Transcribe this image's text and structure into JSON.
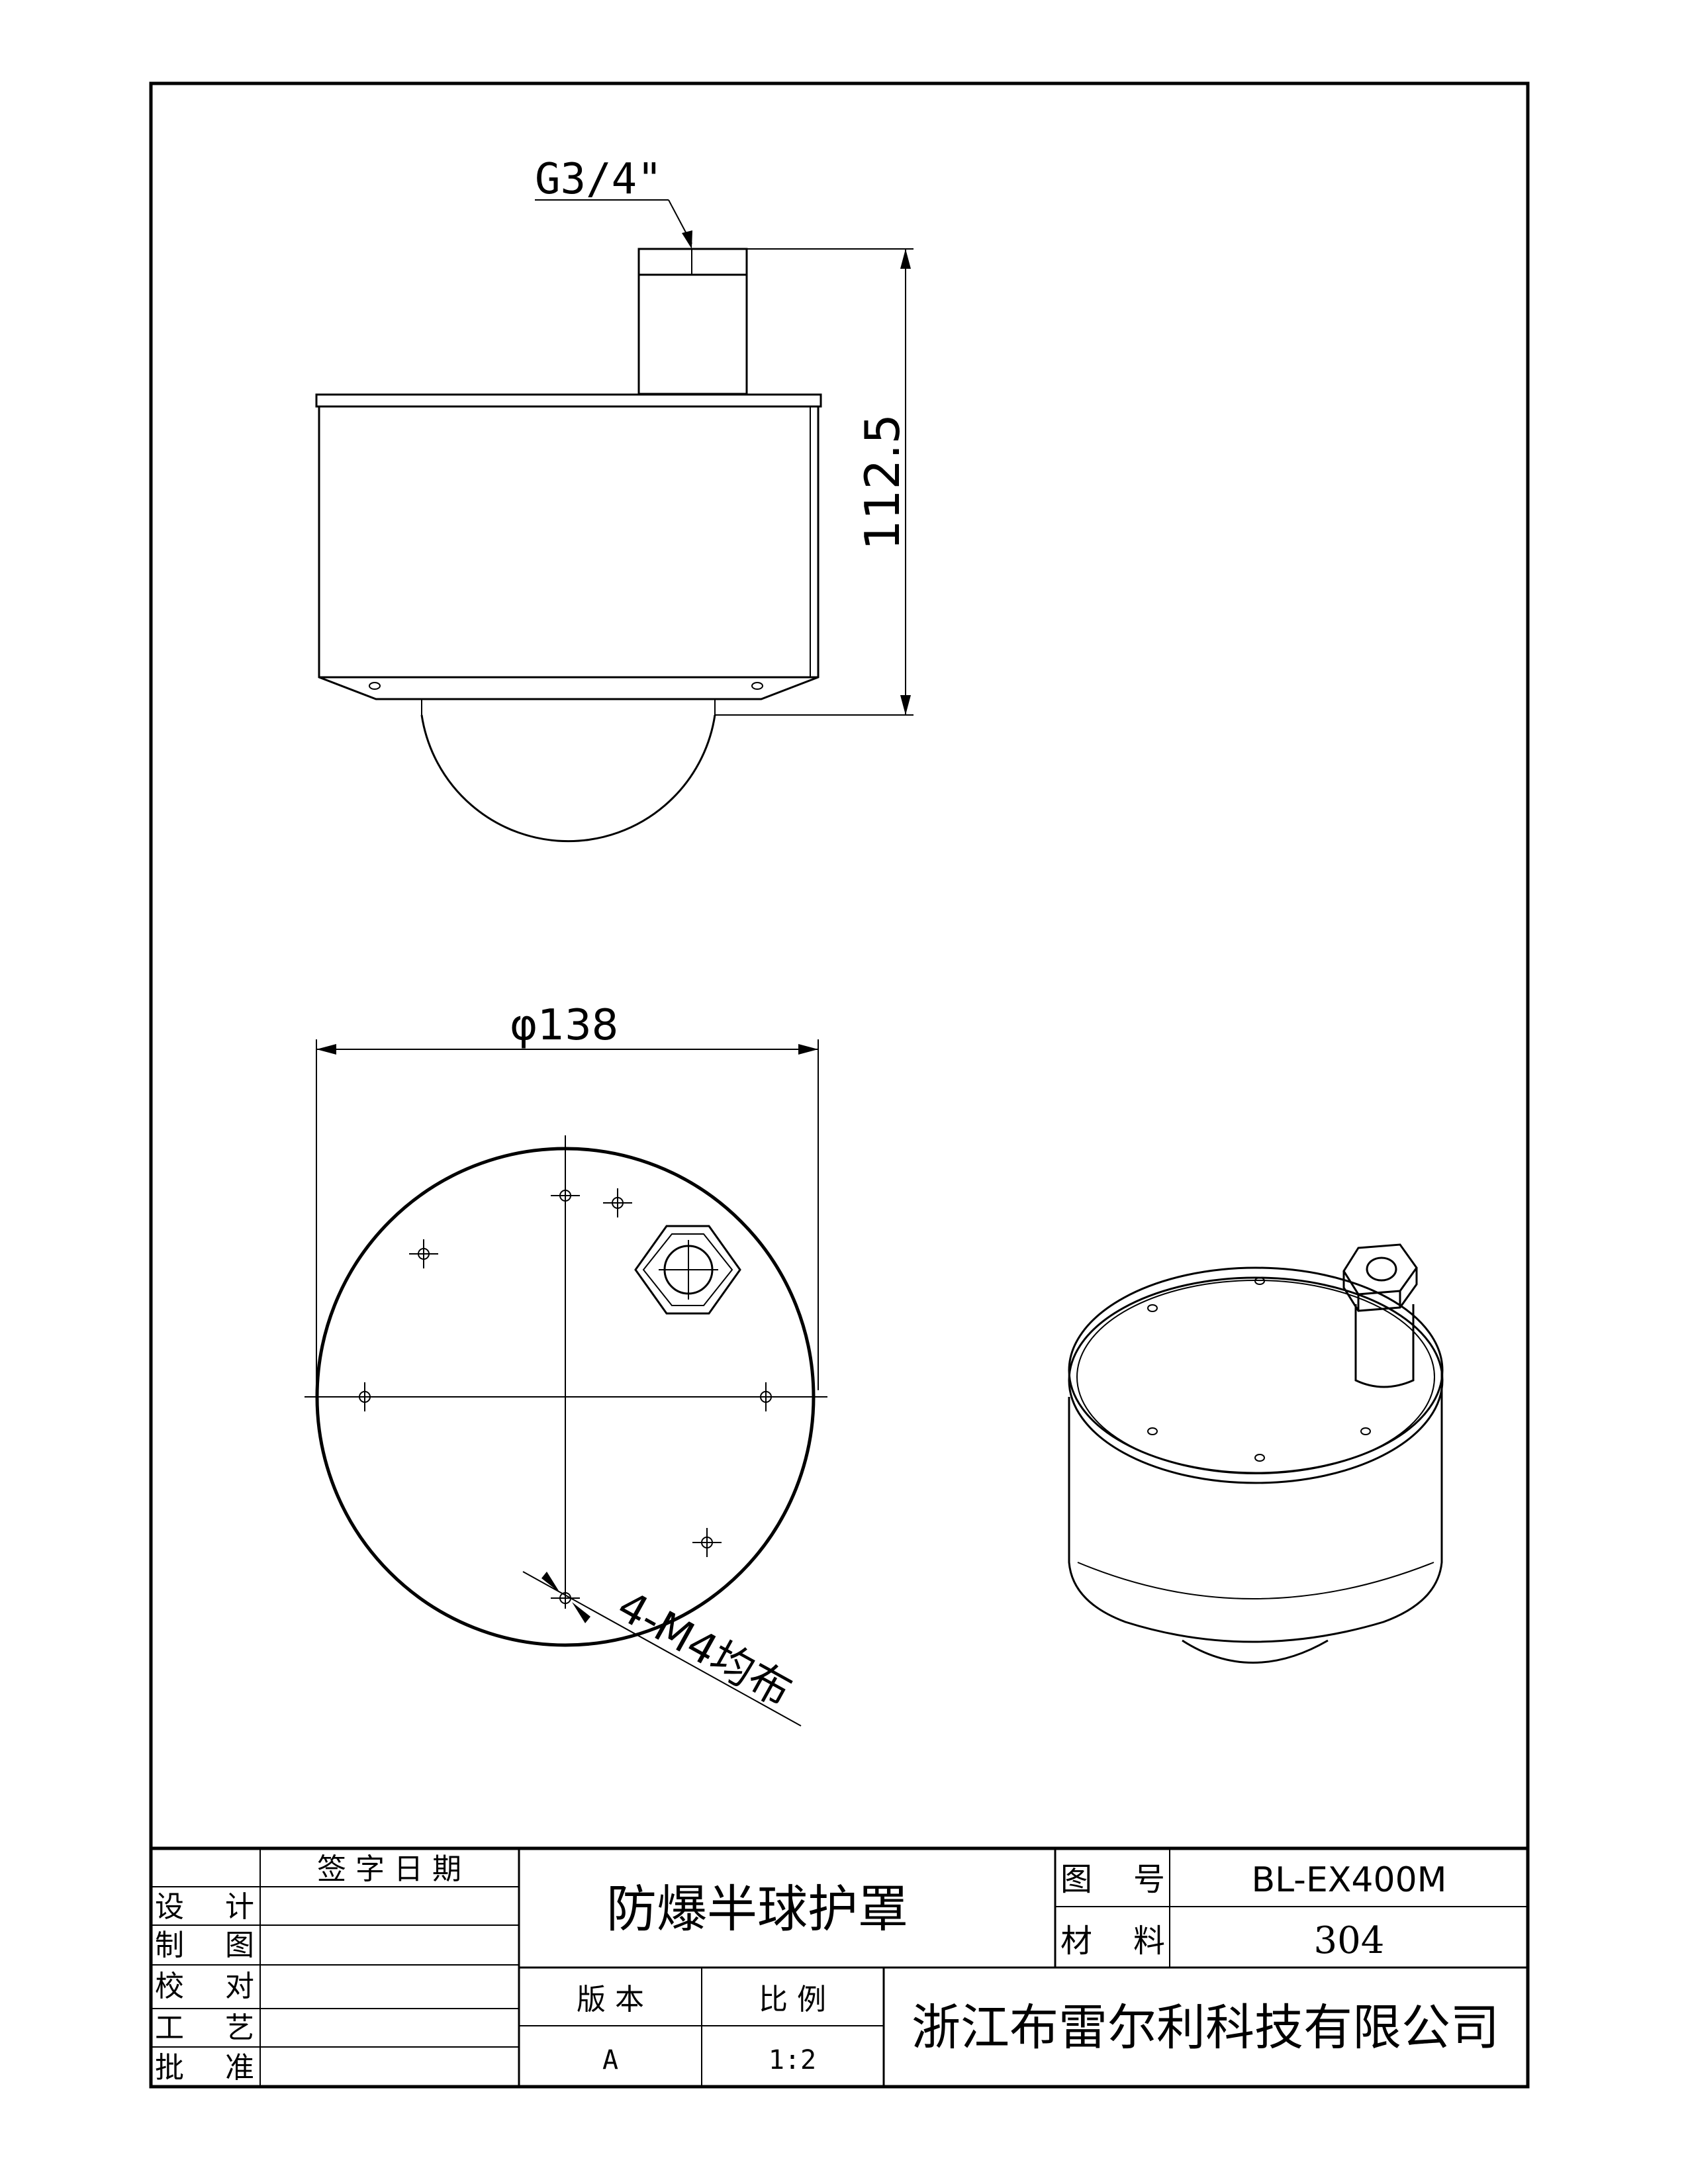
{
  "annotations": {
    "thread_label": "G3/4\"",
    "height_dim": "112.5",
    "diameter_dim": "φ138",
    "hole_note": "4-M4均布"
  },
  "title_block": {
    "header_signature_date": "签 字 日 期",
    "rows": [
      {
        "left": "设",
        "right": "计"
      },
      {
        "left": "制",
        "right": "图"
      },
      {
        "left": "校",
        "right": "对"
      },
      {
        "left": "工",
        "right": "艺"
      },
      {
        "left": "批",
        "right": "准"
      }
    ],
    "product_name": "防爆半球护罩",
    "drawing_no_label_1": "图",
    "drawing_no_label_2": "号",
    "drawing_no": "BL-EX400M",
    "material_label_1": "材",
    "material_label_2": "料",
    "material": "304",
    "version_label": "版 本",
    "version": "A",
    "scale_label": "比 例",
    "scale": "1:2",
    "company": "浙江布雷尔利科技有限公司"
  }
}
